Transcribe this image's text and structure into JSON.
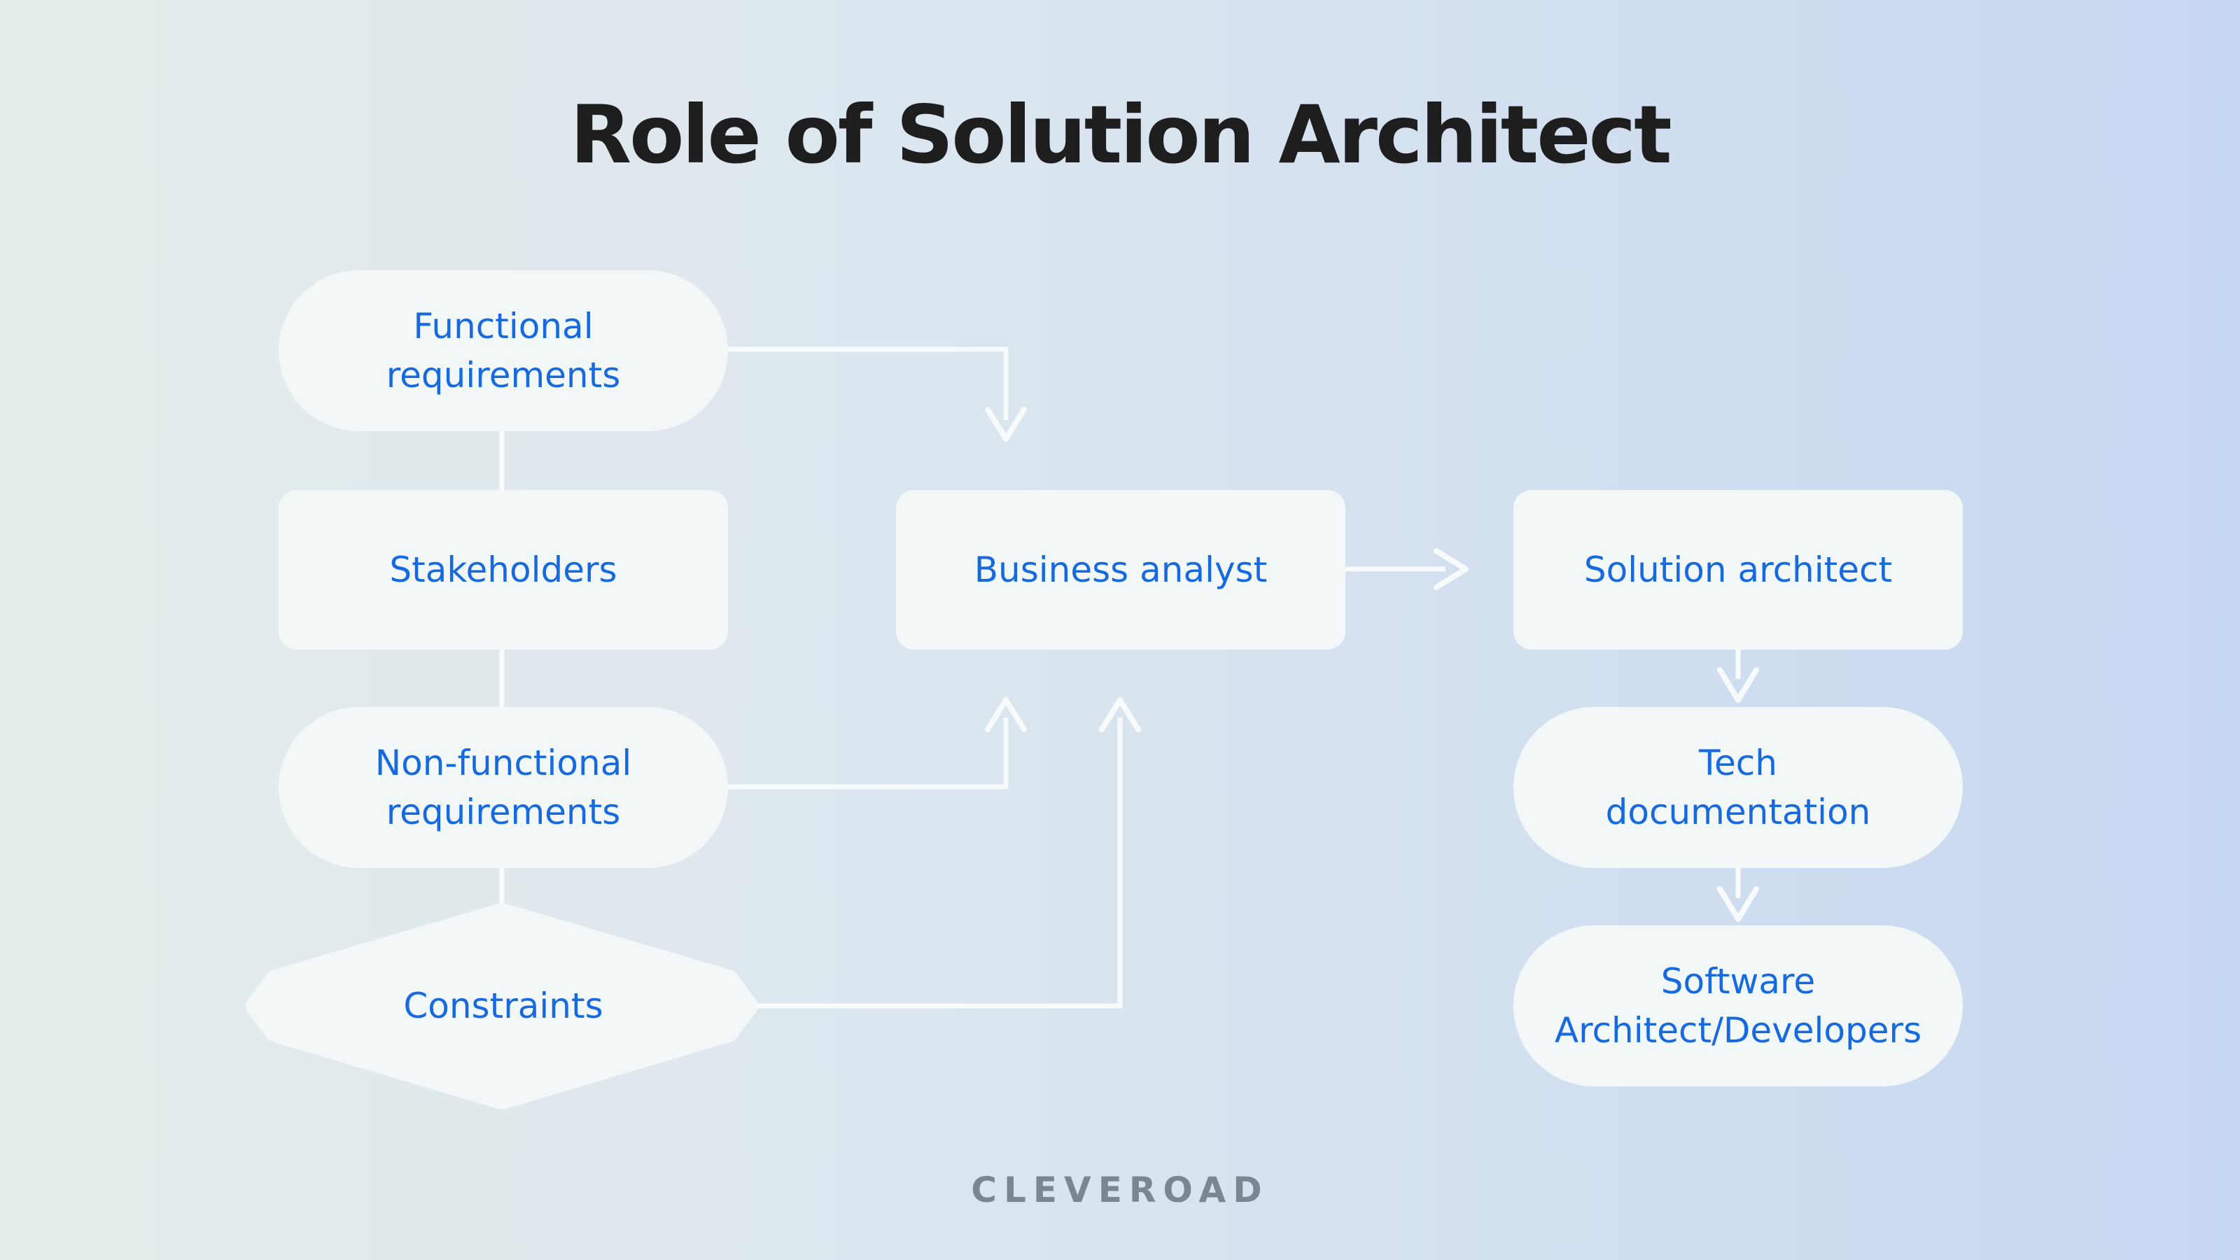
{
  "title": "Role of Solution Architect",
  "nodes": {
    "functional": "Functional\nrequirements",
    "stakeholders": "Stakeholders",
    "non_functional": "Non-functional\nrequirements",
    "constraints": "Constraints",
    "business_analyst": "Business analyst",
    "solution_architect": "Solution architect",
    "tech_documentation": "Tech\ndocumentation",
    "software_developers": "Software\nArchitect/Developers"
  },
  "brand": "CLEVEROAD",
  "colors": {
    "node_fill": "#f2f8f8",
    "node_text": "#1769e0",
    "connector": "#f7fbfb",
    "title": "#1e1e1e",
    "brand": "#7b8691"
  }
}
